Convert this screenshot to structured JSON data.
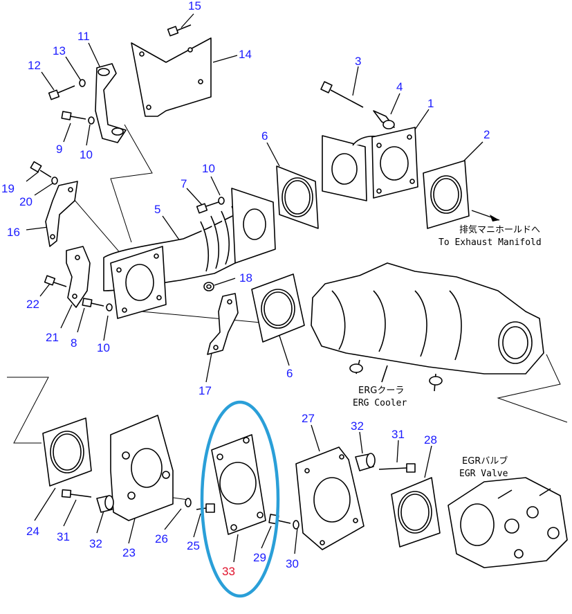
{
  "callouts": [
    {
      "id": "15",
      "label": "15"
    },
    {
      "id": "14",
      "label": "14"
    },
    {
      "id": "11",
      "label": "11"
    },
    {
      "id": "13",
      "label": "13"
    },
    {
      "id": "12",
      "label": "12"
    },
    {
      "id": "9",
      "label": "9"
    },
    {
      "id": "10a",
      "label": "10"
    },
    {
      "id": "3",
      "label": "3"
    },
    {
      "id": "4",
      "label": "4"
    },
    {
      "id": "1",
      "label": "1"
    },
    {
      "id": "2",
      "label": "2"
    },
    {
      "id": "6a",
      "label": "6"
    },
    {
      "id": "10b",
      "label": "10"
    },
    {
      "id": "7",
      "label": "7"
    },
    {
      "id": "19",
      "label": "19"
    },
    {
      "id": "20",
      "label": "20"
    },
    {
      "id": "16",
      "label": "16"
    },
    {
      "id": "5",
      "label": "5"
    },
    {
      "id": "18",
      "label": "18"
    },
    {
      "id": "22",
      "label": "22"
    },
    {
      "id": "21",
      "label": "21"
    },
    {
      "id": "8",
      "label": "8"
    },
    {
      "id": "10c",
      "label": "10"
    },
    {
      "id": "17",
      "label": "17"
    },
    {
      "id": "6b",
      "label": "6"
    },
    {
      "id": "27",
      "label": "27"
    },
    {
      "id": "32a",
      "label": "32"
    },
    {
      "id": "31a",
      "label": "31"
    },
    {
      "id": "28",
      "label": "28"
    },
    {
      "id": "24",
      "label": "24"
    },
    {
      "id": "31b",
      "label": "31"
    },
    {
      "id": "32b",
      "label": "32"
    },
    {
      "id": "23",
      "label": "23"
    },
    {
      "id": "26",
      "label": "26"
    },
    {
      "id": "25",
      "label": "25"
    },
    {
      "id": "29",
      "label": "29"
    },
    {
      "id": "30",
      "label": "30"
    },
    {
      "id": "33",
      "label": "33",
      "highlight": true
    }
  ],
  "annotations": {
    "exhaust_jp": "排気マニホールドへ",
    "exhaust_en": "To Exhaust Manifold",
    "cooler_jp": "ERGクーラ",
    "cooler_en": "ERG Cooler",
    "valve_jp": "EGRバルブ",
    "valve_en": "EGR Valve"
  },
  "colors": {
    "callout": "#1a1aff",
    "highlight_callout": "#e0102a",
    "highlight_ellipse": "#2a9fd8",
    "linework": "#000000"
  }
}
